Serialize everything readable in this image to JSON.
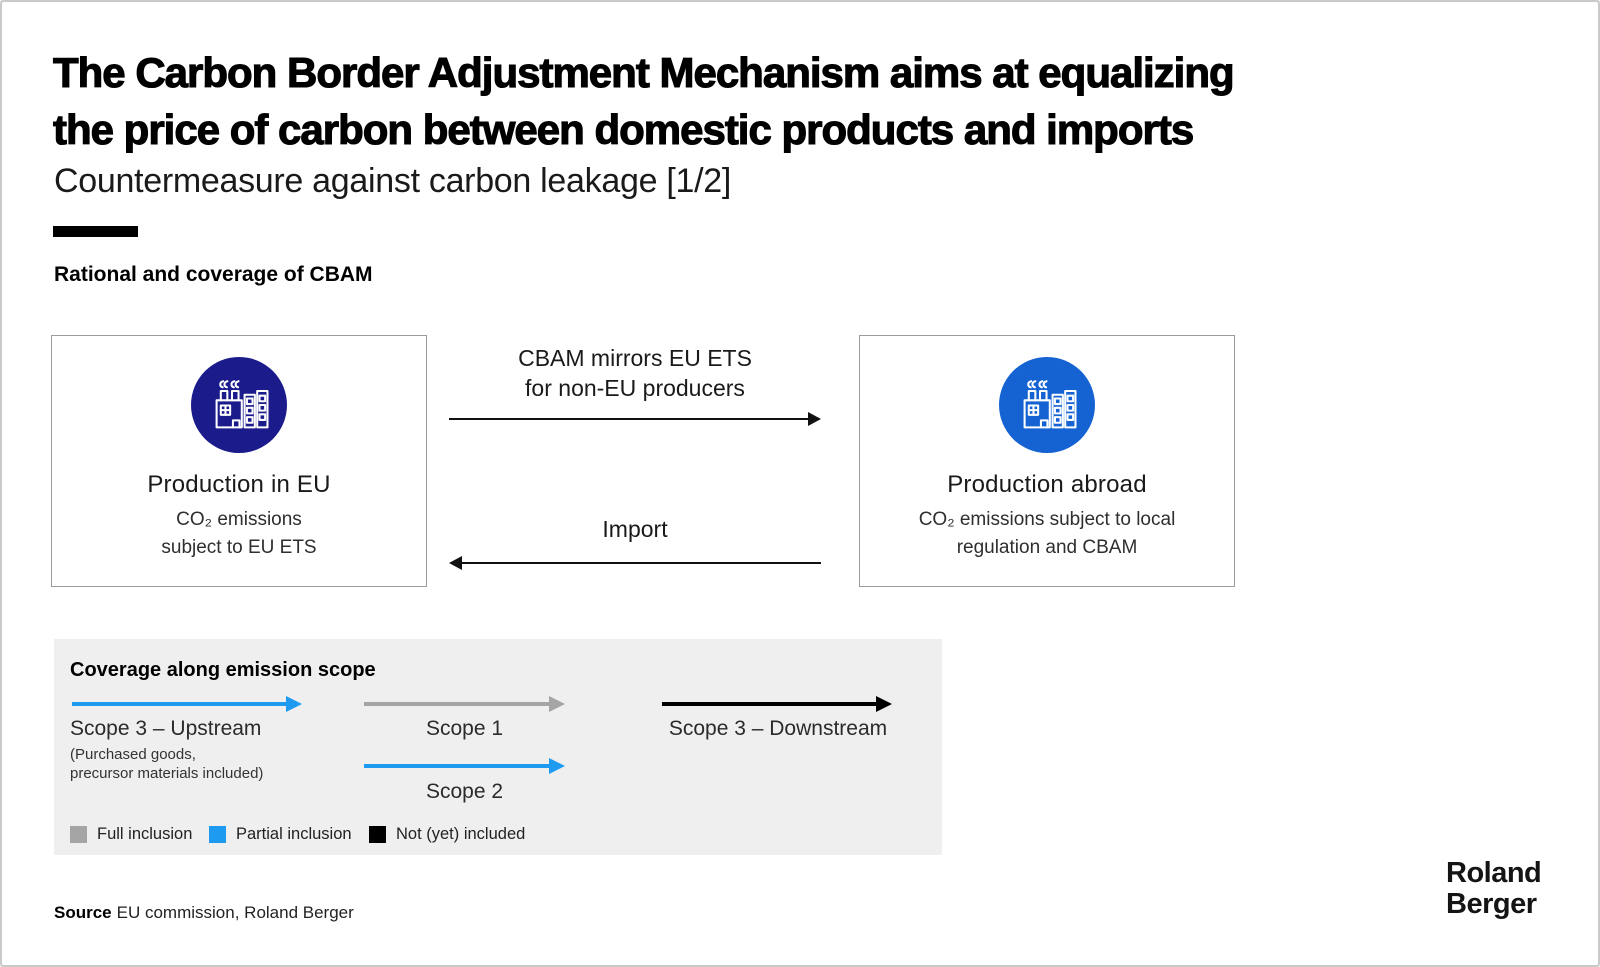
{
  "page": {
    "title_line1": "The Carbon Border Adjustment Mechanism aims at equalizing",
    "title_line2": "the price of carbon between domestic products and imports",
    "subtitle": "Countermeasure against carbon leakage [1/2]",
    "section_heading": "Rational and coverage of CBAM"
  },
  "diagram": {
    "eu_box": {
      "icon": "factory-icon",
      "icon_circle_color": "#1B1B8C",
      "title": "Production in EU",
      "note_line1": "CO₂ emissions",
      "note_line2": "subject to EU ETS"
    },
    "abroad_box": {
      "icon": "factory-icon",
      "icon_circle_color": "#1563D2",
      "title": "Production abroad",
      "note_line1": "CO₂ emissions subject to local",
      "note_line2": "regulation and CBAM"
    },
    "cbam_arrow": {
      "label_line1": "CBAM mirrors EU ETS",
      "label_line2": "for non-EU producers",
      "direction": "right",
      "color": "#111111"
    },
    "import_arrow": {
      "label": "Import",
      "direction": "left",
      "color": "#111111"
    }
  },
  "coverage": {
    "heading": "Coverage along emission scope",
    "scope3_upstream": {
      "label": "Scope 3 – Upstream",
      "note_line1": "(Purchased goods,",
      "note_line2": "precursor materials included)",
      "arrow_color": "#1E9BF0",
      "inclusion": "Partial inclusion"
    },
    "scope1": {
      "label": "Scope 1",
      "arrow_color": "#A5A5A5",
      "inclusion": "Full inclusion"
    },
    "scope2": {
      "label": "Scope 2",
      "arrow_color": "#1E9BF0",
      "inclusion": "Partial inclusion"
    },
    "scope3_downstream": {
      "label": "Scope 3 – Downstream",
      "arrow_color": "#000000",
      "inclusion": "Not (yet) included"
    },
    "legend": {
      "full": {
        "label": "Full inclusion",
        "color": "#A5A5A5"
      },
      "partial": {
        "label": "Partial inclusion",
        "color": "#1E9BF0"
      },
      "not_included": {
        "label": "Not (yet) included",
        "color": "#000000"
      }
    }
  },
  "footer": {
    "source_label": "Source",
    "source_text": "EU commission, Roland Berger",
    "logo_line1": "Roland",
    "logo_line2": "Berger"
  }
}
